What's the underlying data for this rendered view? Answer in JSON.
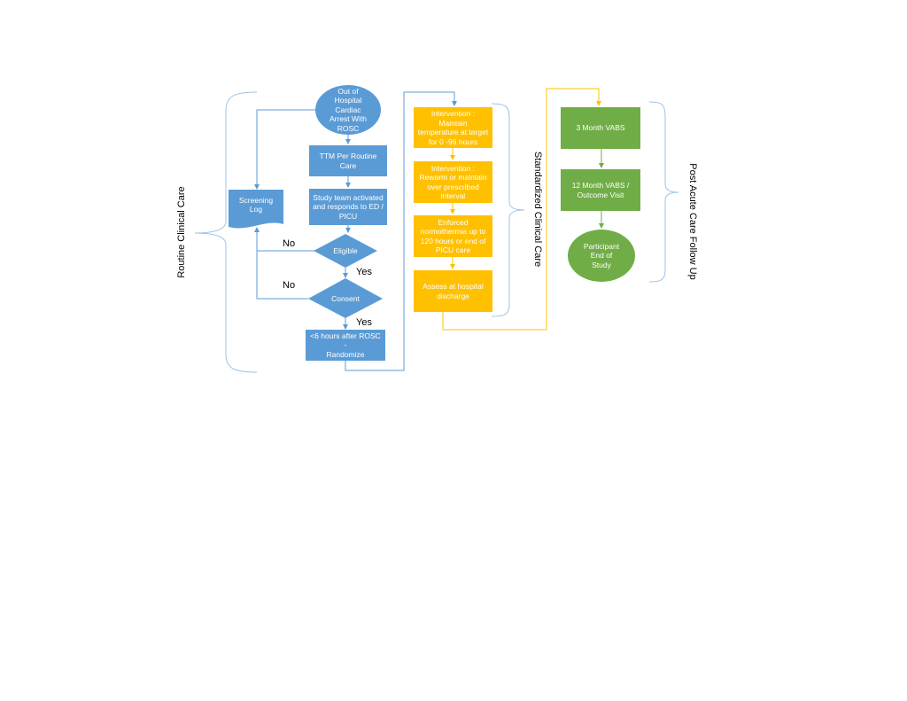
{
  "routine": {
    "section_label": "Routine Clinical Care",
    "start": "Out of\nHospital\nCardiac\nArrest With\nROSC",
    "ttm": "TTM Per Routine Care",
    "study_team": "Study team activated\nand responds to ED /\nPICU",
    "screening_log": "Screening Log",
    "eligible": "Eligible",
    "consent": "Consent",
    "randomize": "<6 hours after ROSC -\nRandomize",
    "no_label_1": "No",
    "no_label_2": "No",
    "yes_label_1": "Yes",
    "yes_label_2": "Yes"
  },
  "standardized": {
    "section_label": "Standardized Clinical Care",
    "step1": "Intervention :\nMaintain\ntemperature at target\nfor 0 -96 hours",
    "step2": "Intervention :\nRewarm or maintain\nover prescribed\ninterval",
    "step3": "Enforced\nnormothermia up to\n120 hours or end of\nPICU care",
    "step4": "Assess at hospital\ndischarge"
  },
  "post_acute": {
    "section_label": "Post Acute Care Follow Up",
    "vabs3": "3 Month VABS",
    "vabs12": "12 Month VABS /\nOutcome Visit",
    "end": "Participant\nEnd of\nStudy"
  },
  "colors": {
    "blue": "#5b9bd5",
    "orange": "#ffc000",
    "green": "#70ad47",
    "connector_blue": "#5b9bd5",
    "connector_orange": "#ffc000"
  }
}
